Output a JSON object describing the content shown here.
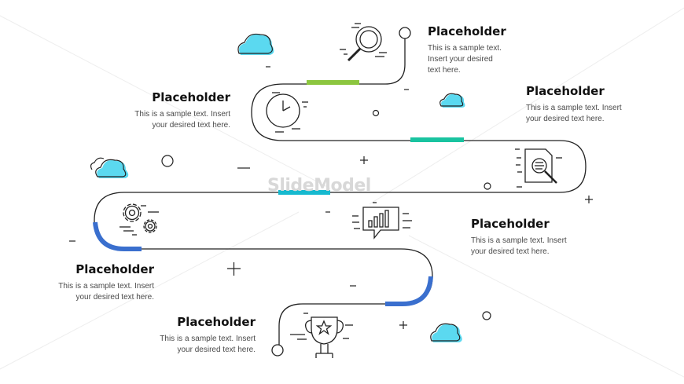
{
  "steps": [
    {
      "title": "Placeholder",
      "text": "This is a sample text.\nInsert your desired\ntext here.",
      "icon": "magnifier-icon"
    },
    {
      "title": "Placeholder",
      "text": "This is a sample text.  Insert\nyour desired text here.",
      "icon": "clock-icon"
    },
    {
      "title": "Placeholder",
      "text": "This is a sample text.  Insert\nyour desired text here.",
      "icon": "document-search-icon"
    },
    {
      "title": "Placeholder",
      "text": "This is a sample text.  Insert\nyour desired text here.",
      "icon": "gears-icon"
    },
    {
      "title": "Placeholder",
      "text": "This is a sample text.  Insert\nyour desired text here.",
      "icon": "chart-bubble-icon"
    },
    {
      "title": "Placeholder",
      "text": "This is a sample text.  Insert\nyour desired text here.",
      "icon": "trophy-icon"
    }
  ],
  "watermark": "SlideModel",
  "colors": {
    "green": "#8cc63f",
    "teal": "#19c3a0",
    "cyan": "#16b9cf",
    "blue": "#3a6fce",
    "cloud": "#5bd9f0",
    "line": "#222222"
  }
}
